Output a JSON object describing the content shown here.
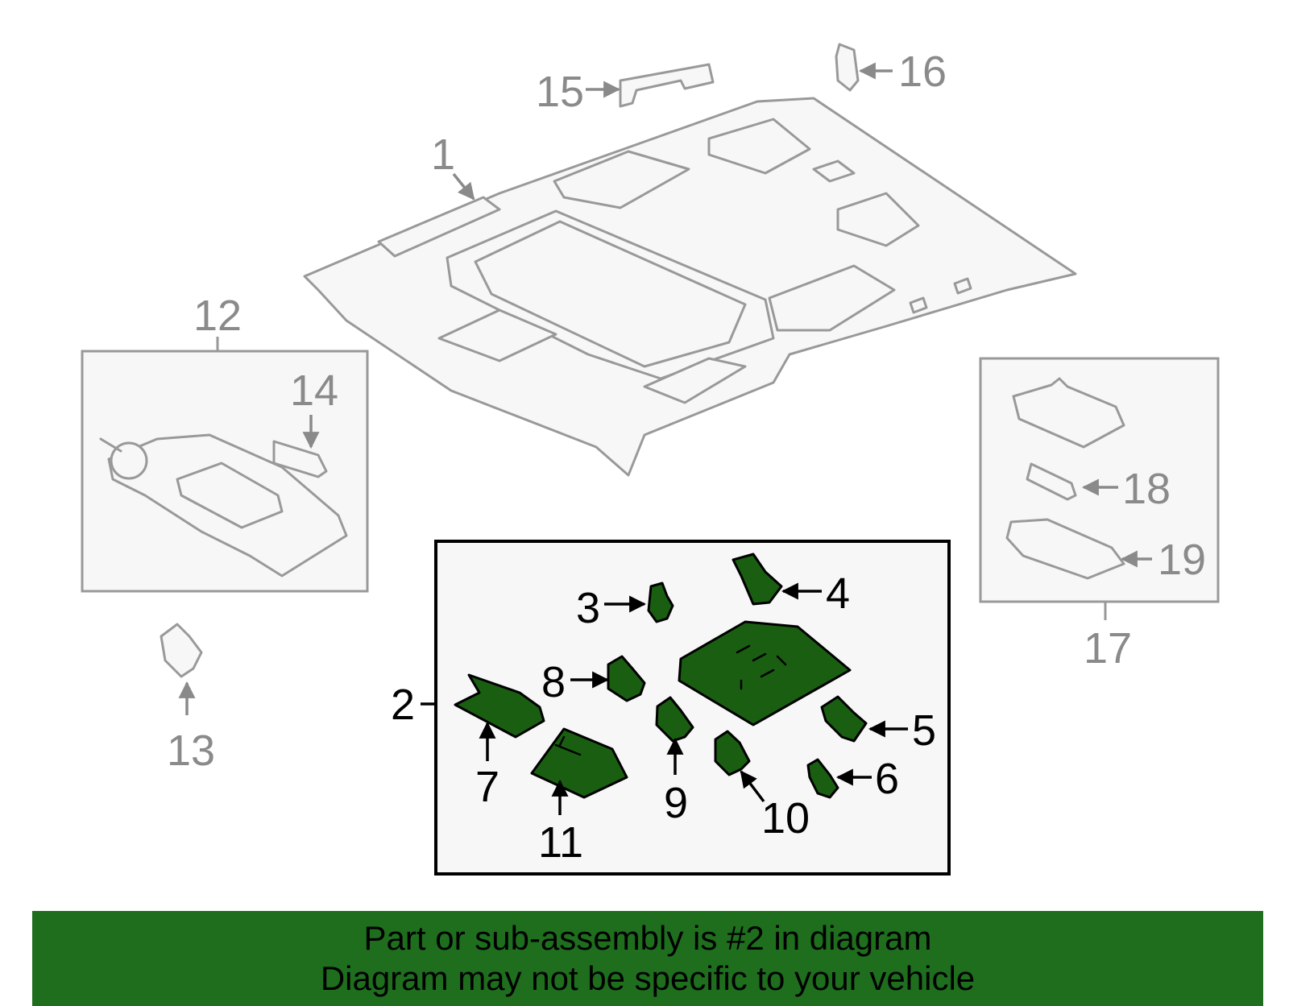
{
  "diagram": {
    "labels": {
      "l1": "1",
      "l2": "2",
      "l3": "3",
      "l4": "4",
      "l5": "5",
      "l6": "6",
      "l7": "7",
      "l8": "8",
      "l9": "9",
      "l10": "10",
      "l11": "11",
      "l12": "12",
      "l13": "13",
      "l14": "14",
      "l15": "15",
      "l16": "16",
      "l17": "17",
      "l18": "18",
      "l19": "19"
    },
    "colors": {
      "highlight": "#1a5e12",
      "banner": "#1e6e1e",
      "outline": "#999999"
    }
  },
  "banner": {
    "line1": "Part or sub-assembly is #2 in diagram",
    "line2": "Diagram may not be specific to your vehicle"
  }
}
